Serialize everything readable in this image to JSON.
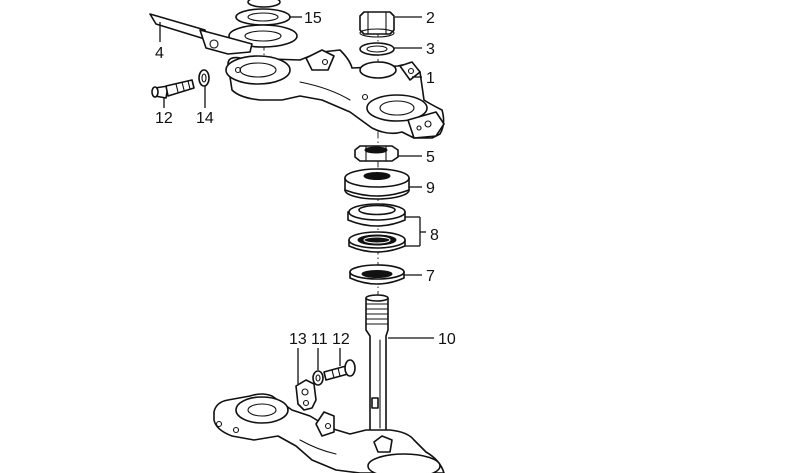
{
  "callouts": {
    "c1": "1",
    "c2": "2",
    "c3": "3",
    "c4": "4",
    "c5": "5",
    "c7": "7",
    "c8": "8",
    "c9": "9",
    "c10": "10",
    "c11": "11",
    "c12a": "12",
    "c12b": "12",
    "c13": "13",
    "c14": "14",
    "c15": "15"
  }
}
